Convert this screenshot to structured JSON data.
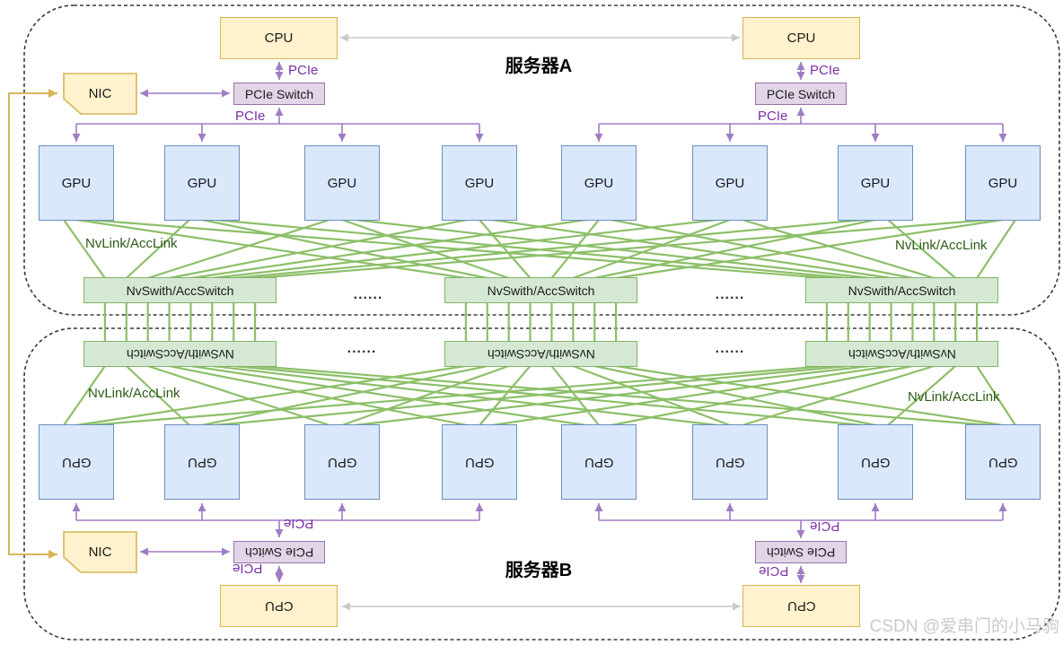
{
  "watermark": "CSDN @爱串门的小马驹",
  "labels": {
    "cpu": "CPU",
    "nic": "NIC",
    "pcie_switch": "PCIe Switch",
    "gpu": "GPU",
    "nvswitch": "NvSwith/AccSwitch",
    "nvlink": "NvLink/AccLink",
    "pcie": "PCIe",
    "ellipsis": "......"
  },
  "servers": [
    {
      "id": "A",
      "label": "服务器A",
      "cpu_count": 2,
      "pcie_switch_count": 2,
      "nic_count": 1,
      "gpu_count": 8,
      "nvswitch_count": 3,
      "orientation": "normal"
    },
    {
      "id": "B",
      "label": "服务器B",
      "cpu_count": 2,
      "pcie_switch_count": 2,
      "nic_count": 1,
      "gpu_count": 8,
      "nvswitch_count": 3,
      "orientation": "rotated-180"
    }
  ],
  "connections": {
    "cpu_to_pcie_switch_label": "PCIe",
    "pcie_switch_to_gpu_label": "PCIe",
    "gpu_to_nvswitch_label": "NvLink/AccLink"
  },
  "colors": {
    "box_yellow_fill": "#fff2cc",
    "box_yellow_border": "#d6b656",
    "box_purple_fill": "#e1d5e7",
    "box_purple_border": "#9673a6",
    "box_blue_fill": "#dae8fc",
    "box_blue_border": "#6c8ebf",
    "box_green_fill": "#d5e8d4",
    "box_green_border": "#82b366",
    "green_link": "#8cbf68",
    "purple_arrow": "#a07cc5",
    "gray_arrow": "#c9c9c9",
    "yellow_link": "#d6b656",
    "pcie_label_text": "#7d2fa6",
    "nvlink_label_text": "#2d5b16",
    "dashed_border": "#3a3a3a",
    "watermark_text": "#c9c9c9"
  }
}
